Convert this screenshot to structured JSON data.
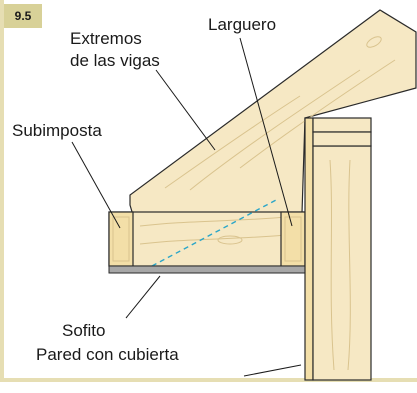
{
  "figure": {
    "number": "9.5",
    "colors": {
      "frame": "#e6deb3",
      "badge": "#d8d198",
      "wood_fill": "#f6e8c4",
      "wood_grain": "#d9c38e",
      "outline": "#2a2a2a",
      "soffit": "#a7a7a7",
      "hidden_line": "#2aa6c8"
    },
    "labels": {
      "rafter_ends_line1": "Extremos",
      "rafter_ends_line2": "de las vigas",
      "ledger": "Larguero",
      "sub_fascia": "Subimposta",
      "soffit": "Sofito",
      "sheathed_wall": "Pared con cubierta"
    }
  }
}
